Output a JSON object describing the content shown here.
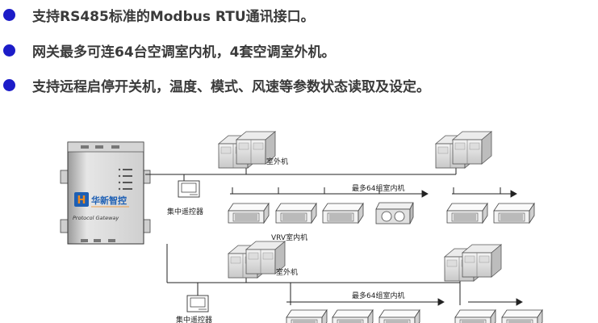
{
  "bullets": [
    {
      "text": "支持RS485标准的Modbus RTU通讯接口。"
    },
    {
      "text": "网关最多可连64台空调室内机，4套空调室外机。"
    },
    {
      "text": "支持远程启停开关机，温度、模式、风速等参数状态读取及设定。"
    }
  ],
  "diagram": {
    "gateway": {
      "brand": "华新智控",
      "logo_letter": "H",
      "model_text": "Protocol Gateway"
    },
    "group1": {
      "outdoor_label": "室外机",
      "indoor_label": "最多64组室内机",
      "vrv_label": "VRV室内机",
      "remote_label": "集中遥控器"
    },
    "group2": {
      "outdoor_label": "室外机",
      "indoor_label": "最多64组室内机",
      "remote_label": "集中遥控器"
    }
  },
  "colors": {
    "bullet": "#1c1cc8",
    "text": "#3a3a3a",
    "logo_blue": "#1d5fb4",
    "logo_orange": "#f08a1c"
  }
}
